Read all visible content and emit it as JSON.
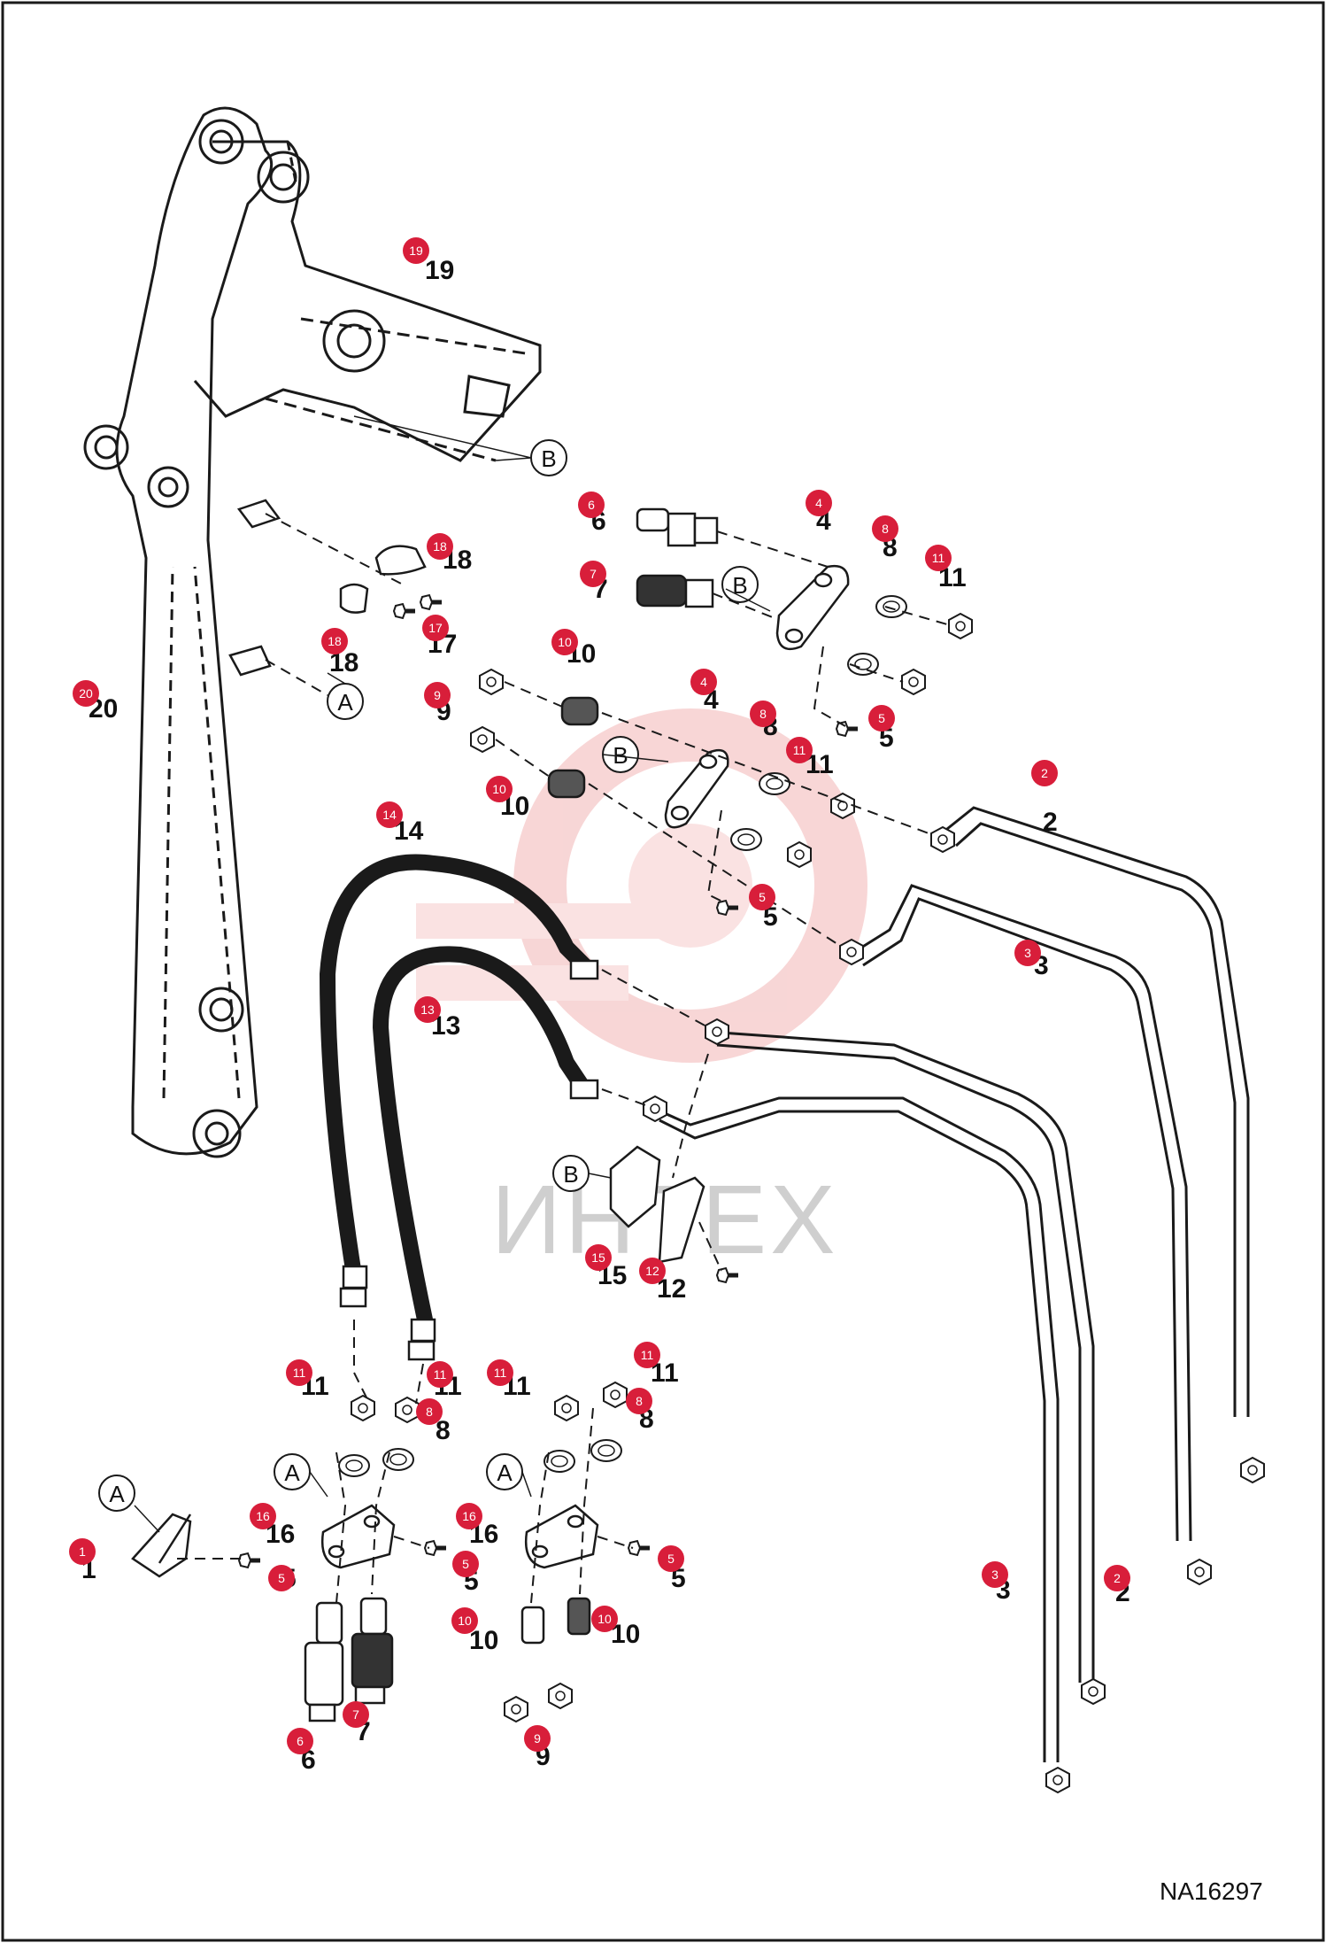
{
  "watermark": "ИНТЕХ",
  "drawing_code": "NA16297",
  "colors": {
    "badge": "#d81e3a",
    "line": "#1a1a1a",
    "watermark": "#f2b5b5"
  },
  "ref_labels": {
    "a": "A",
    "b": "B"
  },
  "parts": {
    "p1": "1",
    "p2": "2",
    "p3": "3",
    "p4": "4",
    "p5": "5",
    "p6": "6",
    "p7": "7",
    "p8": "8",
    "p9": "9",
    "p10": "10",
    "p11": "11",
    "p12": "12",
    "p13": "13",
    "p14": "14",
    "p15": "15",
    "p16": "16",
    "p17": "17",
    "p18": "18",
    "p19": "19",
    "p20": "20"
  }
}
